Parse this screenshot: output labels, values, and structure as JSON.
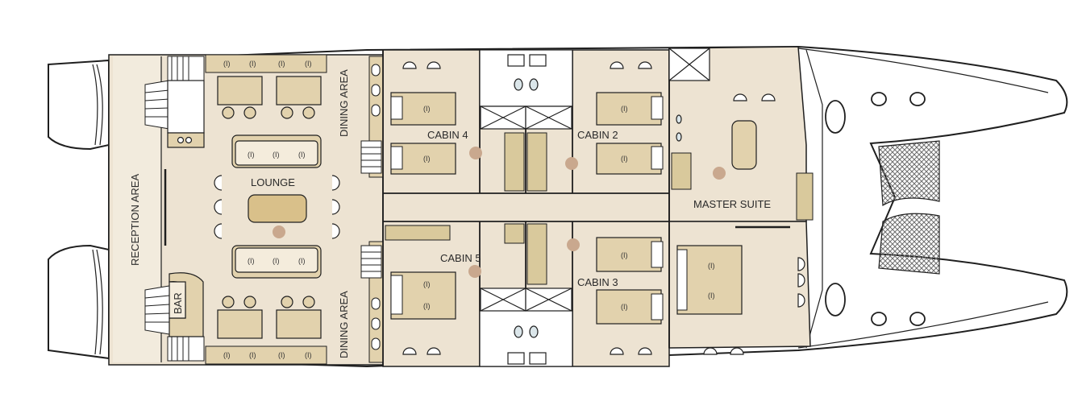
{
  "colors": {
    "floor": "#ede3d2",
    "furniture": "#e2d2ad",
    "pillow": "#f4ecdc",
    "wood": "#c9b88a",
    "stair": "#d9c99c",
    "lamp": "#c9a88e",
    "line": "#1f1f1f",
    "hull": "#ffffff",
    "net": "#8e8e8e"
  },
  "labels": {
    "reception": "RECEPTION AREA",
    "bar": "BAR",
    "lounge": "LOUNGE",
    "dining_top": "DINING AREA",
    "dining_bottom": "DINING AREA",
    "cabin4": "CABIN 4",
    "cabin2": "CABIN 2",
    "cabin5": "CABIN 5",
    "cabin3": "CABIN 3",
    "master": "MASTER SUITE"
  },
  "icons": {
    "chair_back": "(I)",
    "stool": "(I)"
  }
}
